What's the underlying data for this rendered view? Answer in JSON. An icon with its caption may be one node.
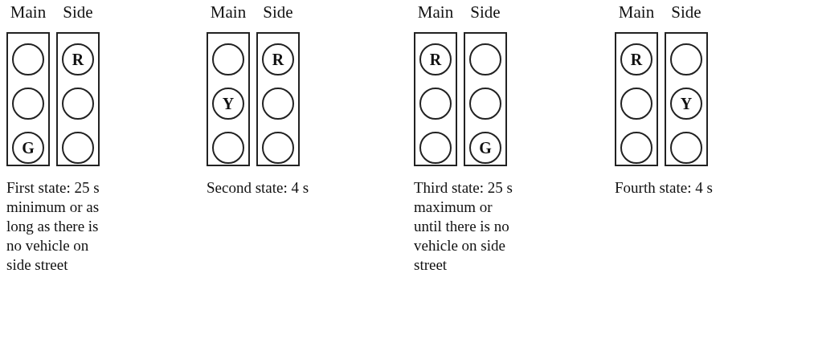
{
  "diagram": {
    "nodes": [
      {
        "text": [
          "Main"
        ]
      },
      {
        "text": [],
        "shape": "circle",
        "in": 0
      },
      {
        "text": [],
        "shape": "circle",
        "in": 0
      },
      {
        "text": [
          "G"
        ],
        "in": 0
      },
      {
        "text": [
          "Side"
        ]
      },
      {
        "text": [
          "R"
        ],
        "in": 4
      },
      {
        "text": [],
        "shape": "circle",
        "in": 4
      },
      {
        "text": [],
        "shape": "circle",
        "in": 4
      },
      {
        "text": [
          "Main"
        ]
      },
      {
        "text": [],
        "shape": "circle",
        "in": 8
      },
      {
        "text": [
          "Y"
        ],
        "in": 8
      },
      {
        "text": [],
        "shape": "circle",
        "in": 8
      },
      {
        "text": [
          "Side"
        ]
      },
      {
        "text": [
          "R"
        ],
        "in": 12
      },
      {
        "text": [],
        "shape": "circle",
        "in": 12
      },
      {
        "text": [],
        "shape": "circle",
        "in": 12
      },
      {
        "text": [
          "Main"
        ]
      },
      {
        "text": [
          "R"
        ],
        "in": 16
      },
      {
        "text": [],
        "shape": "circle",
        "in": 16
      },
      {
        "text": [],
        "shape": "circle",
        "in": 16
      },
      {
        "text": [
          "Side"
        ]
      },
      {
        "text": [],
        "shape": "circle",
        "in": 20
      },
      {
        "text": [],
        "shape": "circle",
        "in": 20
      },
      {
        "text": [
          "G"
        ],
        "in": 20
      },
      {
        "text": [
          "Main"
        ]
      },
      {
        "text": [
          "R"
        ],
        "in": 24
      },
      {
        "text": [],
        "shape": "circle",
        "in": 24
      },
      {
        "text": [],
        "shape": "circle",
        "in": 24
      },
      {
        "text": [
          "Side"
        ]
      },
      {
        "text": [],
        "shape": "circle",
        "in": 28
      },
      {
        "text": [
          "Y"
        ],
        "in": 28
      },
      {
        "text": [],
        "shape": "circle",
        "in": 28
      }
    ],
    "labels": [
      "First state: 25 s minimum or as long as there is no vehicle on side street",
      "Second state: 4 s",
      "Third state: 25 s maximum or until there is no vehicle on side street",
      "Fourth state: 4 s"
    ]
  }
}
